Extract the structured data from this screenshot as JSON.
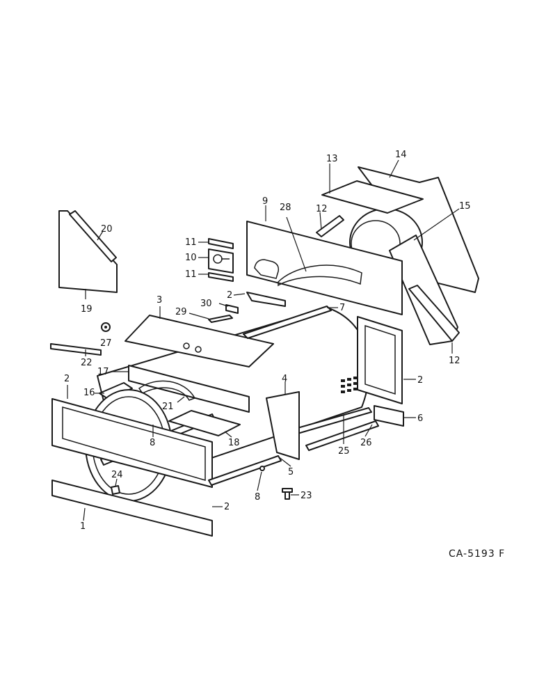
{
  "drawing_code": "CA-5193 F",
  "callouts": [
    "1",
    "2",
    "2",
    "2",
    "2",
    "2",
    "3",
    "4",
    "5",
    "6",
    "7",
    "8",
    "8",
    "9",
    "10",
    "11",
    "11",
    "12",
    "12",
    "13",
    "14",
    "15",
    "16",
    "17",
    "18",
    "19",
    "20",
    "21",
    "22",
    "23",
    "24",
    "25",
    "26",
    "27",
    "28",
    "29",
    "30"
  ]
}
